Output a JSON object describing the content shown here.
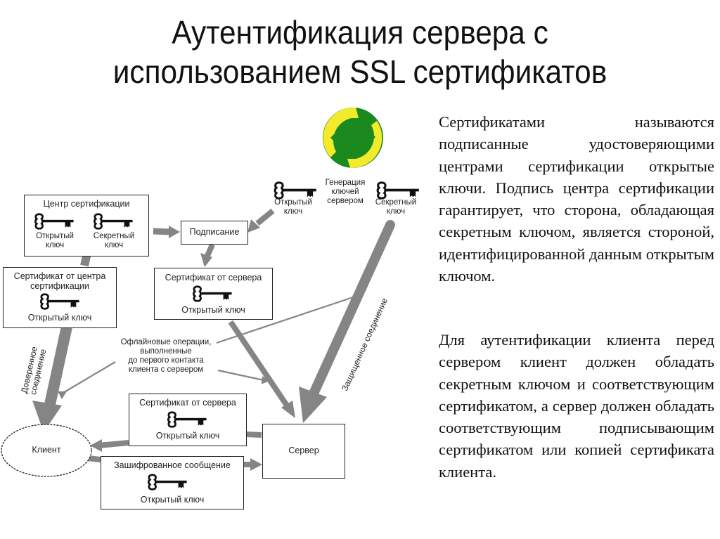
{
  "title": {
    "line1": "Аутентификация сервера с",
    "line2": "использованием SSL сертификатов"
  },
  "paragraphs": [
    "Сертификатами называются подписанные удостоверяющими центрами сертификации открытые ключи. Подпись центра сертификации гарантирует, что сторона, обладающая секретным ключом, является стороной, идентифицированной данным открытым ключом.",
    "Для аутентификации клиента перед сервером клиент должен обладать секретным ключом и соответствующим сертификатом, а сервер должен обладать соответствующим подписывающим сертификатом или копией сертификата клиента."
  ],
  "diagram": {
    "logo": {
      "icon": "recycle-arrows-icon",
      "colors": {
        "yellow": "#f2ea2a",
        "green": "#1a8a1e"
      }
    },
    "key_generation": {
      "label_line1": "Генерация",
      "label_line2": "ключей",
      "label_line3": "сервером",
      "public_key": {
        "line1": "Открытый",
        "line2": "ключ"
      },
      "secret_key": {
        "line1": "Секретный",
        "line2": "ключ"
      }
    },
    "ca_box": {
      "title": "Центр сертификации",
      "public_key": {
        "line1": "Открытый",
        "line2": "ключ"
      },
      "secret_key": {
        "line1": "Секретный",
        "line2": "ключ"
      }
    },
    "signing_box": {
      "label": "Подписание"
    },
    "ca_cert_box": {
      "title_line1": "Сертификат от центра",
      "title_line2": "сертификации",
      "key_label": "Открытый ключ"
    },
    "server_cert_box": {
      "title": "Сертификат от сервера",
      "key_label": "Открытый ключ"
    },
    "offline_note": {
      "line1": "Офлайновые операции,",
      "line2": "выполненные",
      "line3": "до первого контакта",
      "line4": "клиента с сервером"
    },
    "trusted_connection": {
      "line1": "Доверенное",
      "line2": "соединение"
    },
    "secure_connection": {
      "label": "Защищенное соединение"
    },
    "server_cert_msg": {
      "title": "Сертификат от сервера",
      "key_label": "Открытый ключ"
    },
    "encrypted_msg": {
      "title": "Зашифрованное сообщение",
      "key_label": "Открытый ключ"
    },
    "client": {
      "label": "Клиент"
    },
    "server": {
      "label": "Сервер"
    },
    "arrow_color": "#858585"
  }
}
